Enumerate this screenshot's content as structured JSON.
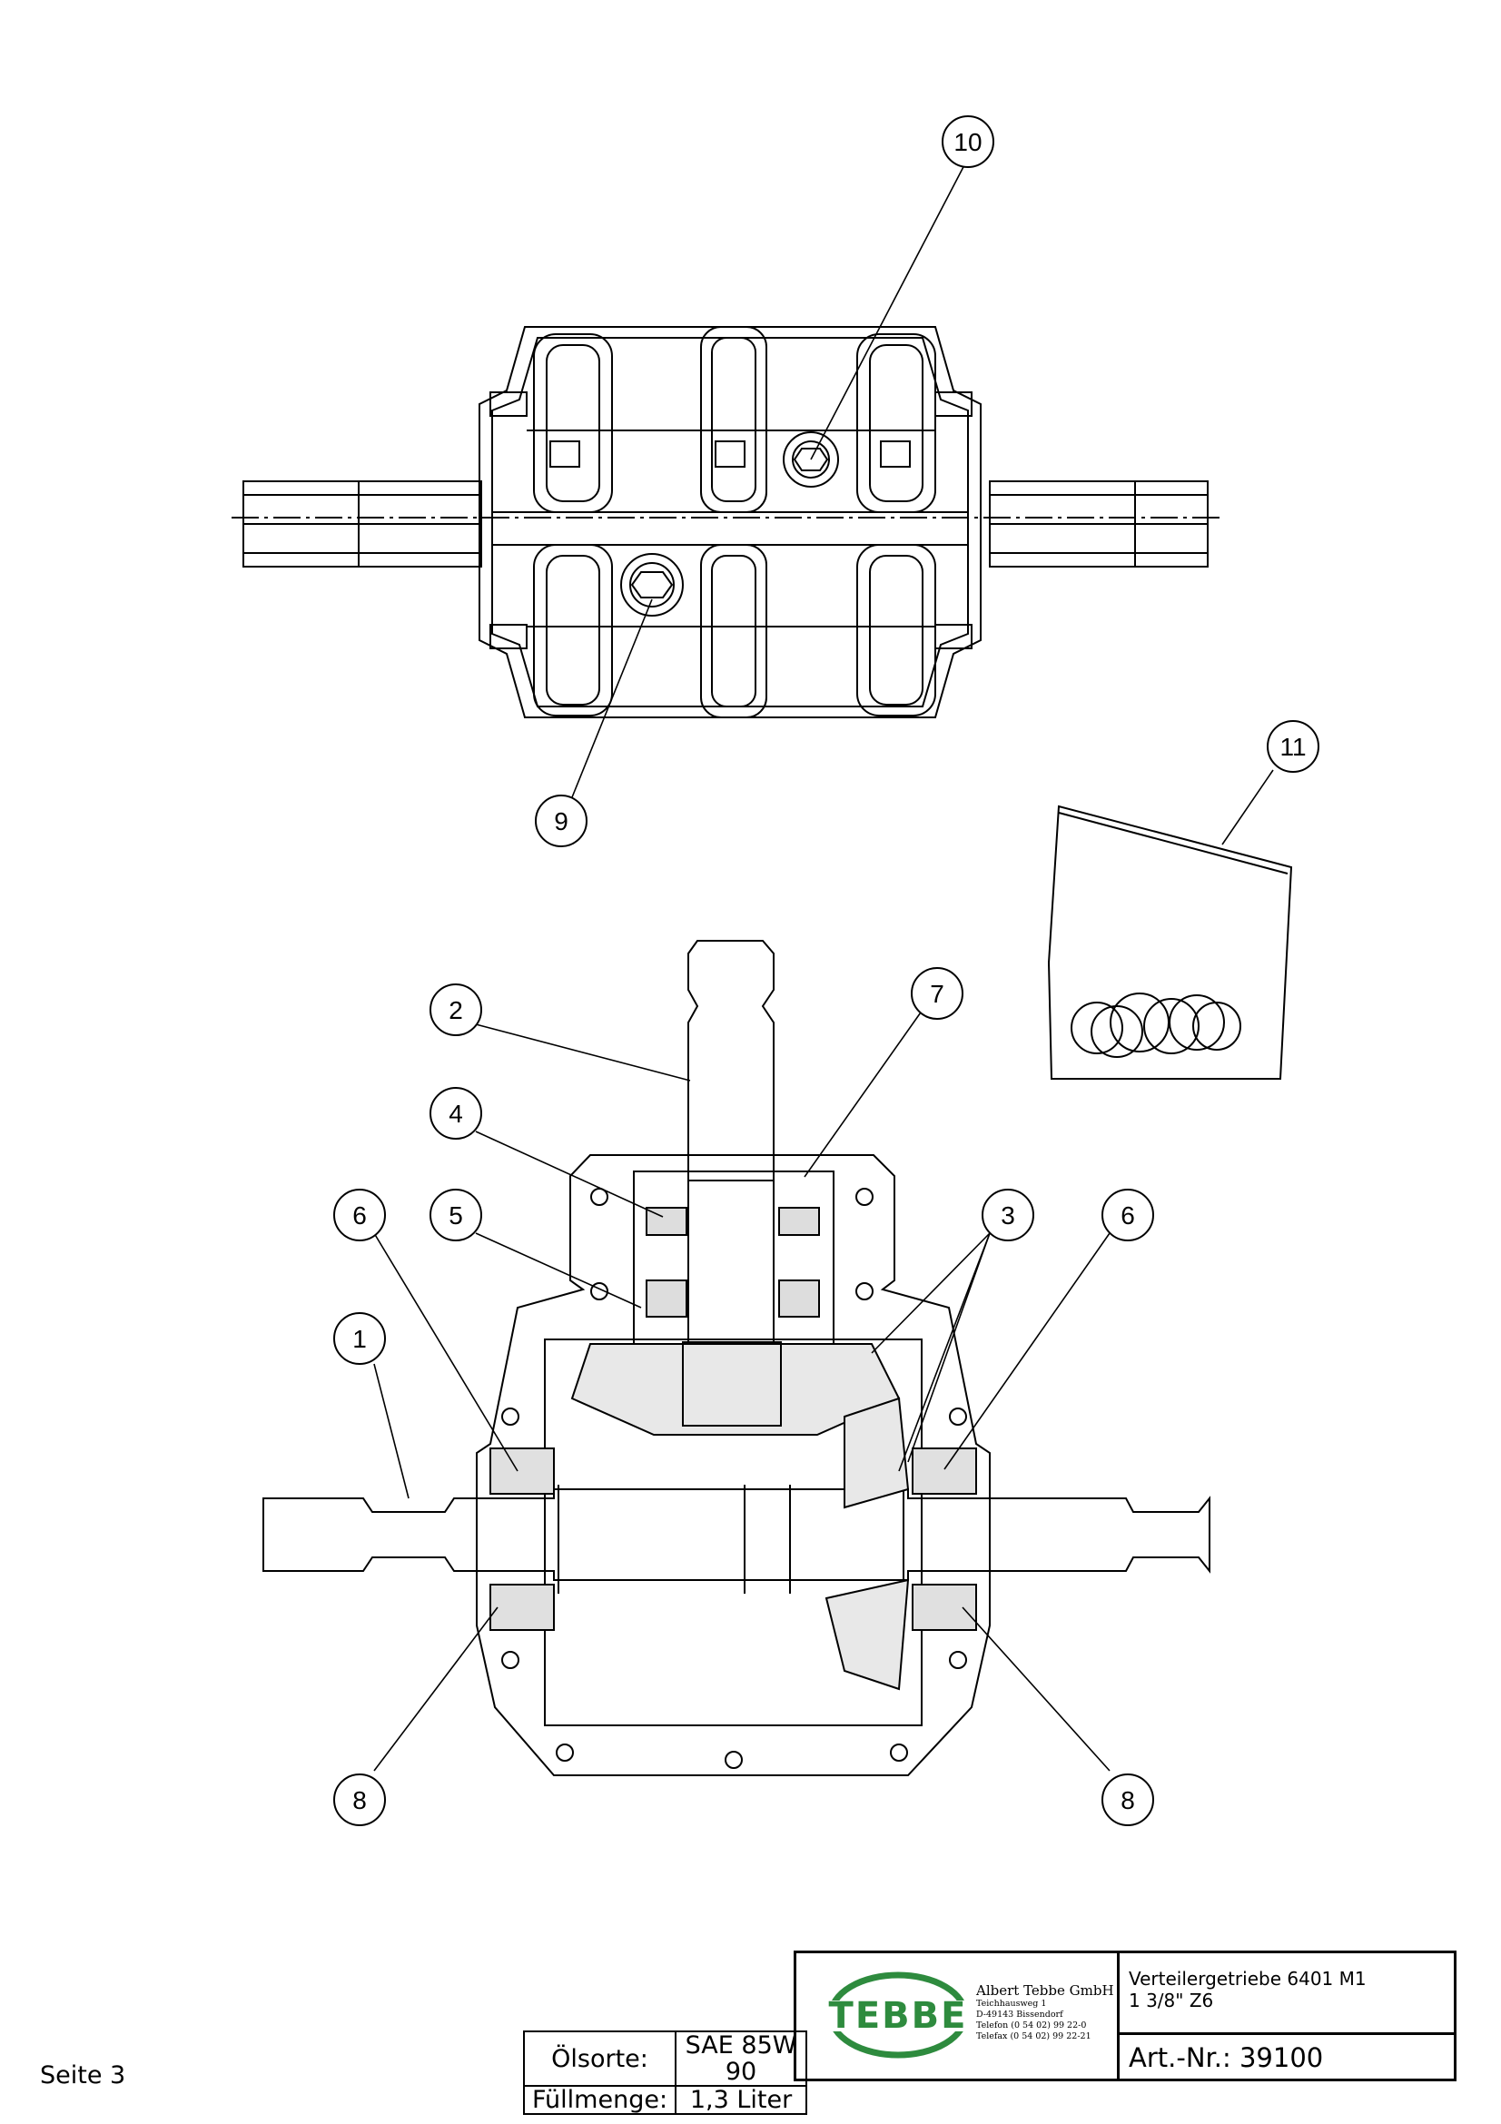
{
  "callouts": [
    "1",
    "2",
    "3",
    "4",
    "5",
    "6",
    "6",
    "7",
    "8",
    "8",
    "9",
    "10",
    "11"
  ],
  "page_label": "Seite 3",
  "oil": {
    "type_label": "Ölsorte:",
    "type_value": "SAE 85W 90",
    "amount_label": "Füllmenge:",
    "amount_value": "1,3 Liter"
  },
  "title_block": {
    "logo_text": "TEBBE",
    "company_name": "Albert Tebbe GmbH",
    "street": "Teichhausweg 1",
    "city": "D-49143 Bissendorf",
    "phone": "Telefon (0 54 02) 99 22-0",
    "fax": "Telefax (0 54 02) 99 22-21",
    "description_line1": "Verteilergetriebe 6401 M1",
    "description_line2": "1 3/8\" Z6",
    "article_number": "Art.-Nr.: 39100"
  },
  "colors": {
    "ink": "#000000",
    "logo_green": "#2e8b3e",
    "paper": "#ffffff"
  }
}
